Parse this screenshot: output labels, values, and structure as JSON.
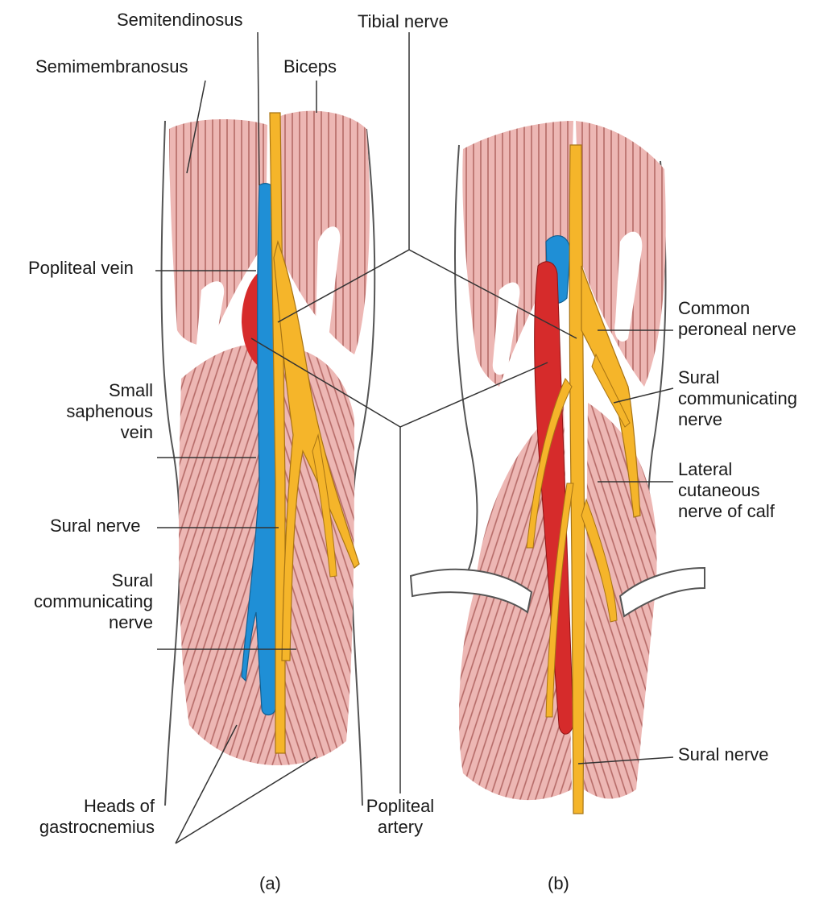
{
  "labels": {
    "semitendinosus": "Semitendinosus",
    "tibial_nerve": "Tibial nerve",
    "semimembranosus": "Semimembranosus",
    "biceps": "Biceps",
    "popliteal_vein": "Popliteal vein",
    "small_saphenous_vein": "Small\nsaphenous\nvein",
    "sural_nerve_a": "Sural nerve",
    "sural_communicating_nerve_a": "Sural\ncommunicating\nnerve",
    "heads_of_gastrocnemius": "Heads of\ngastrocnemius",
    "popliteal_artery": "Popliteal\nartery",
    "common_peroneal_nerve": "Common\nperoneal nerve",
    "sural_communicating_nerve_b": "Sural\ncommunicating\nnerve",
    "lateral_cutaneous_nerve_of_calf": "Lateral\ncutaneous\nnerve of calf",
    "sural_nerve_b": "Sural nerve",
    "panel_a": "(a)",
    "panel_b": "(b)"
  },
  "colors": {
    "muscle": "#e9aeae",
    "muscle_stripe": "#b86a6a",
    "vein": "#1e8fd6",
    "artery": "#d42828",
    "nerve": "#f5b52a",
    "tendon": "#ffffff",
    "leader": "#333333"
  }
}
